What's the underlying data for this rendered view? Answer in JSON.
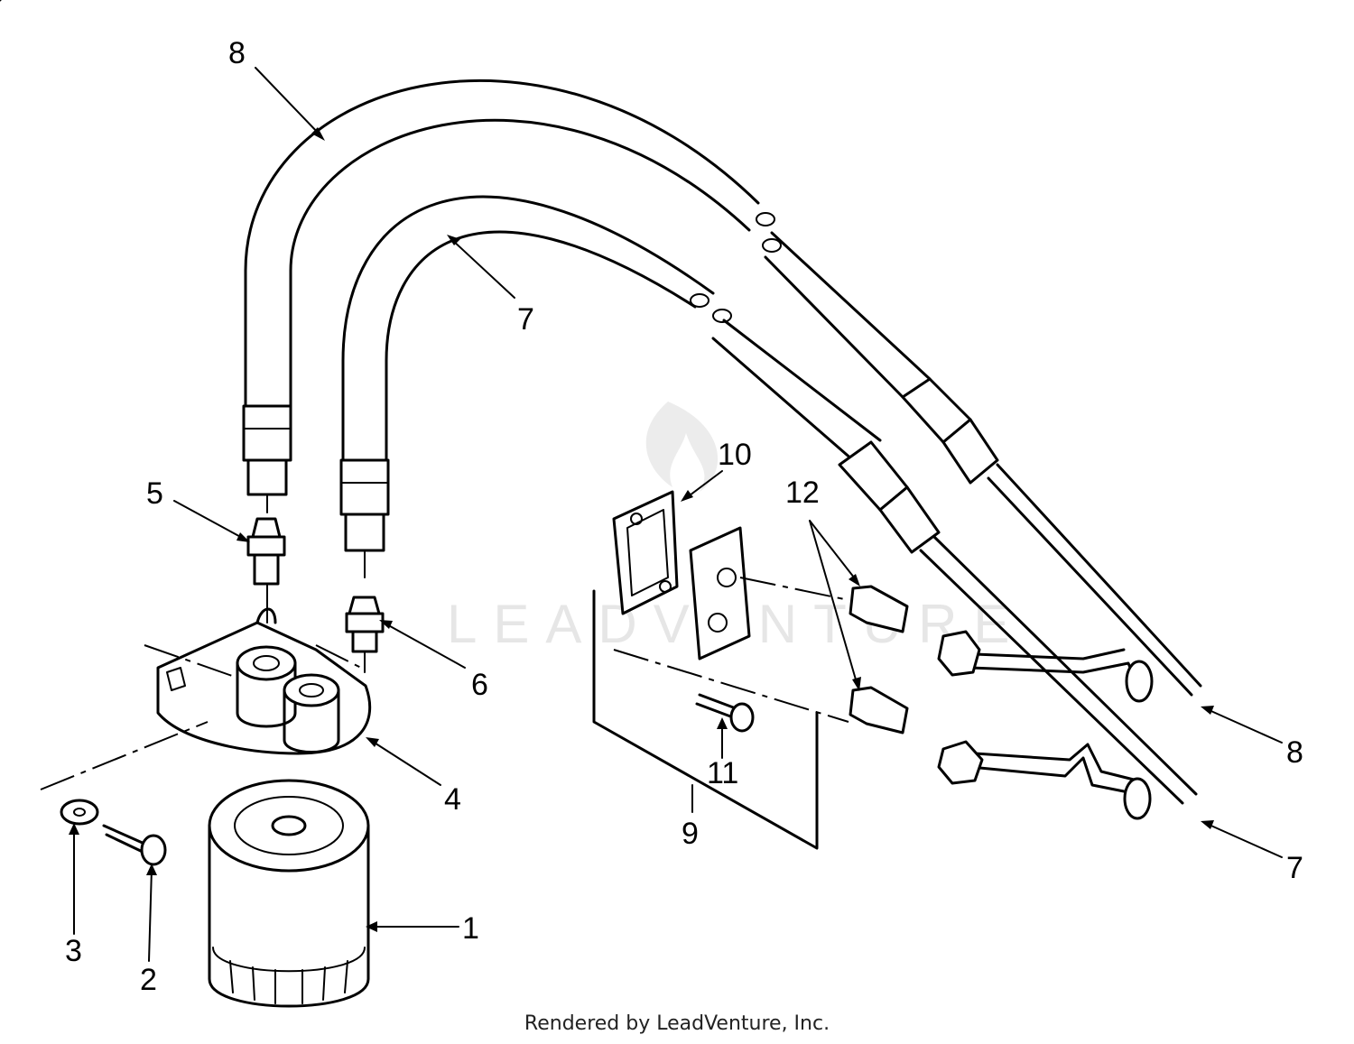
{
  "callouts": {
    "c1": "1",
    "c2": "2",
    "c3": "3",
    "c4": "4",
    "c5": "5",
    "c6": "6",
    "c7a": "7",
    "c7b": "7",
    "c8a": "8",
    "c8b": "8",
    "c9": "9",
    "c10": "10",
    "c11": "11",
    "c12": "12"
  },
  "watermark": "LEADVENTURE",
  "footer": "Rendered by LeadVenture, Inc."
}
